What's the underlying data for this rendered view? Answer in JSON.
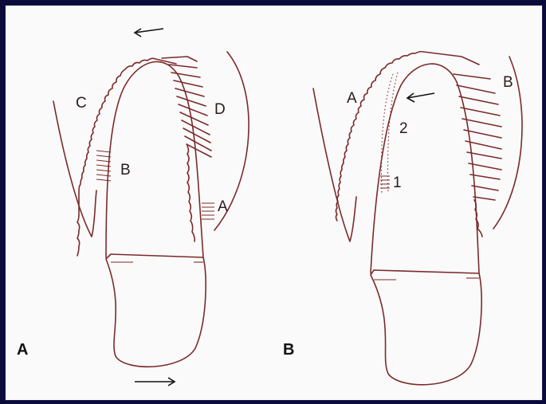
{
  "figure": {
    "panels": [
      {
        "id": "panel-a",
        "panel_label": "A",
        "region_labels": {
          "c": "C",
          "d": "D",
          "b": "B",
          "a": "A"
        }
      },
      {
        "id": "panel-b",
        "panel_label": "B",
        "region_labels": {
          "a": "A",
          "b": "B",
          "two": "2",
          "one": "1"
        }
      }
    ],
    "colors": {
      "ink": "#7a2b2b",
      "background": "#fbfafa",
      "border": "#0b0b3a"
    }
  }
}
